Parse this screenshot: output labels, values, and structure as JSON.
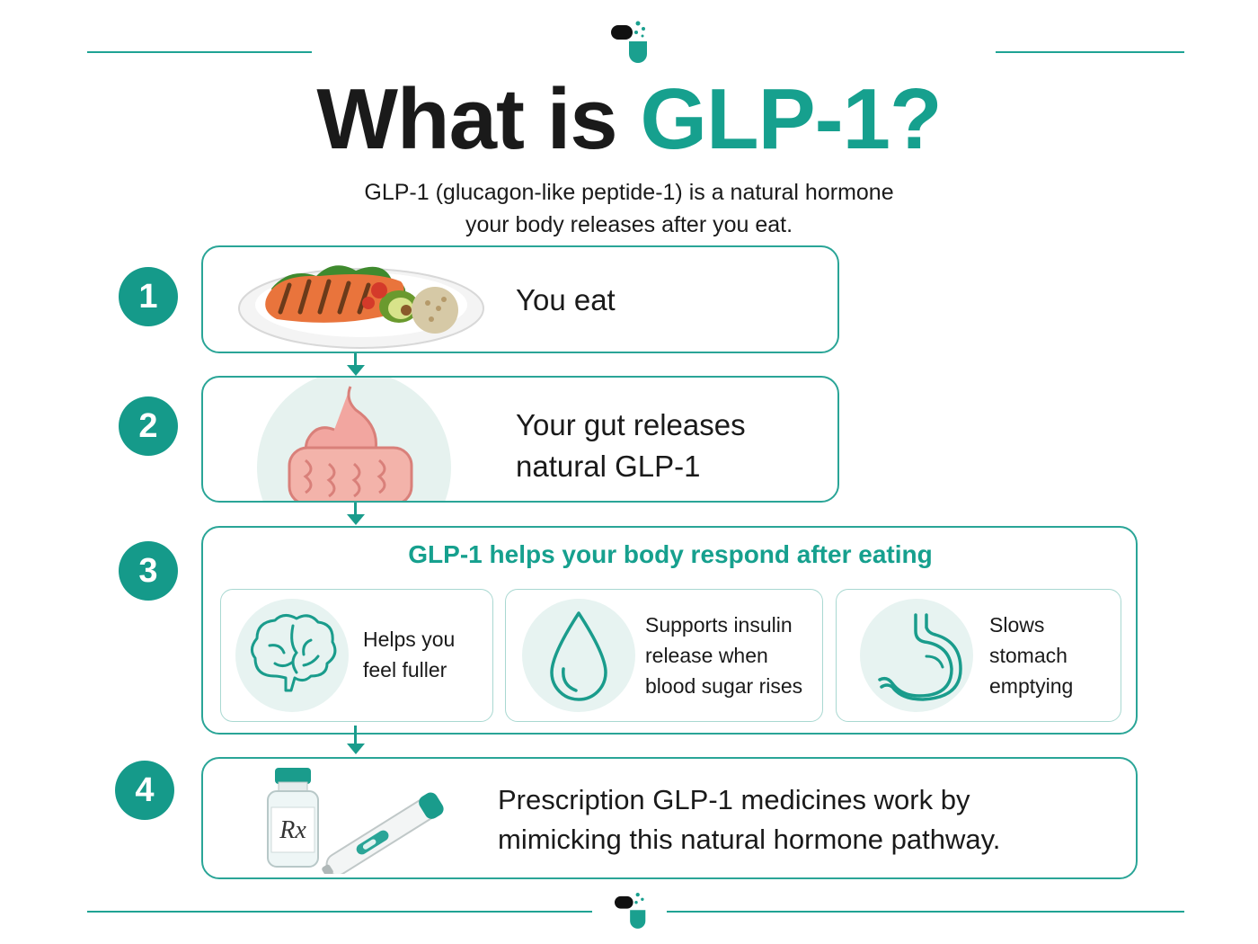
{
  "colors": {
    "accent": "#16a08e",
    "number_bg": "#159a8a",
    "card_border": "#2aa597"
  },
  "header": {
    "title_prefix": "What is ",
    "title_accent": "GLP-1?",
    "subtitle_line1": "GLP-1 (glucagon-like peptide-1) is a natural hormone",
    "subtitle_line2": "your body releases after you eat."
  },
  "steps": [
    {
      "number": "1",
      "text": "You eat",
      "icon": "meal-plate-icon"
    },
    {
      "number": "2",
      "text_line1": "Your gut releases",
      "text_line2": "natural GLP-1",
      "icon": "digestive-system-icon"
    },
    {
      "number": "3",
      "heading": "GLP-1 helps your body respond after eating",
      "benefits": [
        {
          "icon": "brain-icon",
          "line1": "Helps you",
          "line2": "feel fuller"
        },
        {
          "icon": "drop-icon",
          "line1": "Supports insulin",
          "line2": "release when",
          "line3": "blood sugar rises"
        },
        {
          "icon": "stomach-icon",
          "line1": "Slows",
          "line2": "stomach",
          "line3": "emptying"
        }
      ]
    },
    {
      "number": "4",
      "text_line1": "Prescription GLP-1 medicines work by",
      "text_line2": "mimicking this natural hormone pathway.",
      "icon": "vial-and-pen-icon",
      "vial_label": "Rx"
    }
  ]
}
